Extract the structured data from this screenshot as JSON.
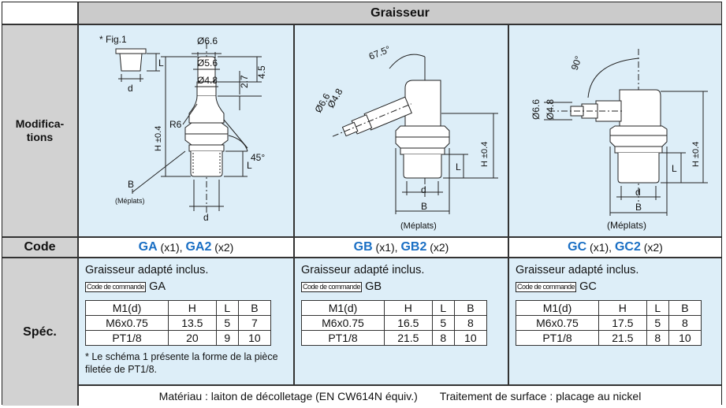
{
  "header": {
    "title": "Graisseur"
  },
  "row_labels": {
    "modifications": "Modifica-\ntions",
    "code": "Code",
    "spec": "Spéc."
  },
  "drawings": {
    "ga": {
      "fig": "* Fig.1",
      "d66": "Ø6.6",
      "d56": "Ø5.6",
      "d48": "Ø4.8",
      "r6": "R6",
      "h": "H ±0.4",
      "l": "L",
      "d": "d",
      "b": "B",
      "meplats": "(Méplats)",
      "a45": "45°",
      "v27": "2.7",
      "v45": "4.5",
      "vl": "L",
      "vd": "d"
    },
    "gb": {
      "d66": "Ø6.6",
      "d48": "Ø4.8",
      "angle": "67.5°",
      "h": "H ±0.4",
      "l": "L",
      "d": "d",
      "b": "B",
      "meplats": "(Méplats)"
    },
    "gc": {
      "d66": "Ø6.6",
      "d48": "Ø4.8",
      "angle": "90°",
      "h": "H ±0.4",
      "l": "L",
      "d": "d",
      "b": "B",
      "meplats": "(Méplats)"
    }
  },
  "codes": [
    {
      "c1": "GA",
      "q1": " (x1), ",
      "c2": "GA2",
      "q2": " (x2)"
    },
    {
      "c1": "GB",
      "q1": " (x1), ",
      "c2": "GB2",
      "q2": " (x2)"
    },
    {
      "c1": "GC",
      "q1": " (x1), ",
      "c2": "GC2",
      "q2": " (x2)"
    }
  ],
  "specs": [
    {
      "title": "Graisseur adapté inclus.",
      "cmd_label": "Code de commande",
      "cmd_value": "GA",
      "table": {
        "headers": [
          "M1(d)",
          "H",
          "L",
          "B"
        ],
        "rows": [
          [
            "M6x0.75",
            "13.5",
            "5",
            "7"
          ],
          [
            "PT1/8",
            "20",
            "9",
            "10"
          ]
        ]
      },
      "note": "* Le schéma 1 présente la forme de la pièce filetée de PT1/8."
    },
    {
      "title": "Graisseur adapté inclus.",
      "cmd_label": "Code de commande",
      "cmd_value": "GB",
      "table": {
        "headers": [
          "M1(d)",
          "H",
          "L",
          "B"
        ],
        "rows": [
          [
            "M6x0.75",
            "16.5",
            "5",
            "8"
          ],
          [
            "PT1/8",
            "21.5",
            "8",
            "10"
          ]
        ]
      }
    },
    {
      "title": "Graisseur adapté inclus.",
      "cmd_label": "Code de commande",
      "cmd_value": "GC",
      "table": {
        "headers": [
          "M1(d)",
          "H",
          "L",
          "B"
        ],
        "rows": [
          [
            "M6x0.75",
            "17.5",
            "5",
            "8"
          ],
          [
            "PT1/8",
            "21.5",
            "8",
            "10"
          ]
        ]
      }
    }
  ],
  "footer": {
    "material": "Matériau : laiton de décolletage (EN CW614N équiv.)",
    "treatment": "Traitement de surface : placage au nickel"
  }
}
